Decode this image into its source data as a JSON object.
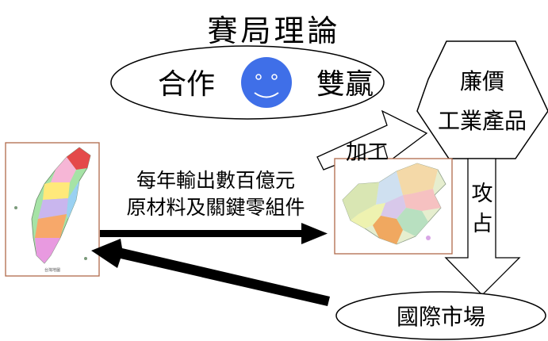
{
  "title": "賽局理論",
  "ellipse_top": {
    "left_text": "合作",
    "right_text": "雙贏"
  },
  "hexagon": {
    "line1": "廉價",
    "line2": "工業產品"
  },
  "process_label": "加工",
  "export_label": {
    "line1": "每年輸出數百億元",
    "line2": "原材料及關鍵零組件"
  },
  "capture_label": {
    "line1": "攻",
    "line2": "占"
  },
  "ellipse_bottom": {
    "text": "國際市場"
  },
  "taiwan_map": {
    "caption": "台灣地圖"
  },
  "colors": {
    "smiley": "#3f6fe8",
    "arrow": "#000000",
    "map_border": "#b06a4a"
  }
}
